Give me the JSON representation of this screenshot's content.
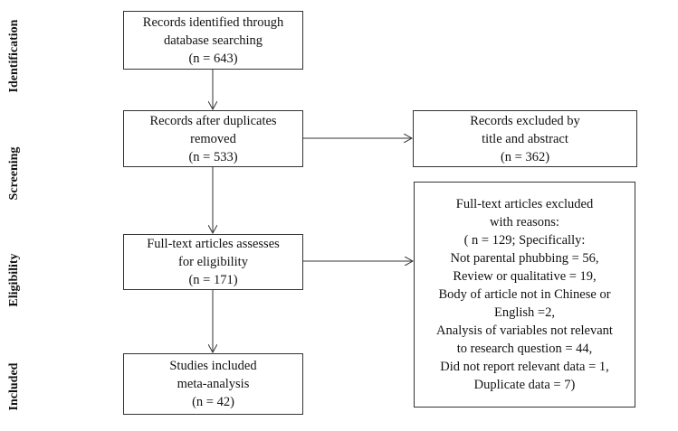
{
  "stages": [
    {
      "id": "identification",
      "label": "Identification"
    },
    {
      "id": "screening",
      "label": "Screening"
    },
    {
      "id": "eligibility",
      "label": "Eligibility"
    },
    {
      "id": "included",
      "label": "Included"
    }
  ],
  "boxes": {
    "identified": {
      "lines": [
        "Records identified through",
        "database searching",
        "(n = 643)"
      ]
    },
    "deduplicated": {
      "lines": [
        "Records after duplicates",
        "removed",
        "(n = 533)"
      ]
    },
    "excluded_title": {
      "lines": [
        "Records excluded by",
        "title and abstract",
        "(n = 362)"
      ]
    },
    "fulltext": {
      "lines": [
        "Full-text articles assesses",
        "for eligibility",
        "(n = 171)"
      ]
    },
    "fulltext_excluded": {
      "lines": [
        "Full-text articles excluded",
        "with reasons:",
        "( n = 129; Specifically:",
        "Not parental phubbing = 56,",
        "Review or qualitative = 19,",
        "Body of article not in Chinese or",
        "English =2,",
        "Analysis of variables not relevant",
        "to research question = 44,",
        "Did not report relevant data = 1,",
        "Duplicate data = 7)"
      ]
    },
    "included": {
      "lines": [
        "Studies included",
        "meta-analysis",
        "(n = 42)"
      ]
    }
  }
}
